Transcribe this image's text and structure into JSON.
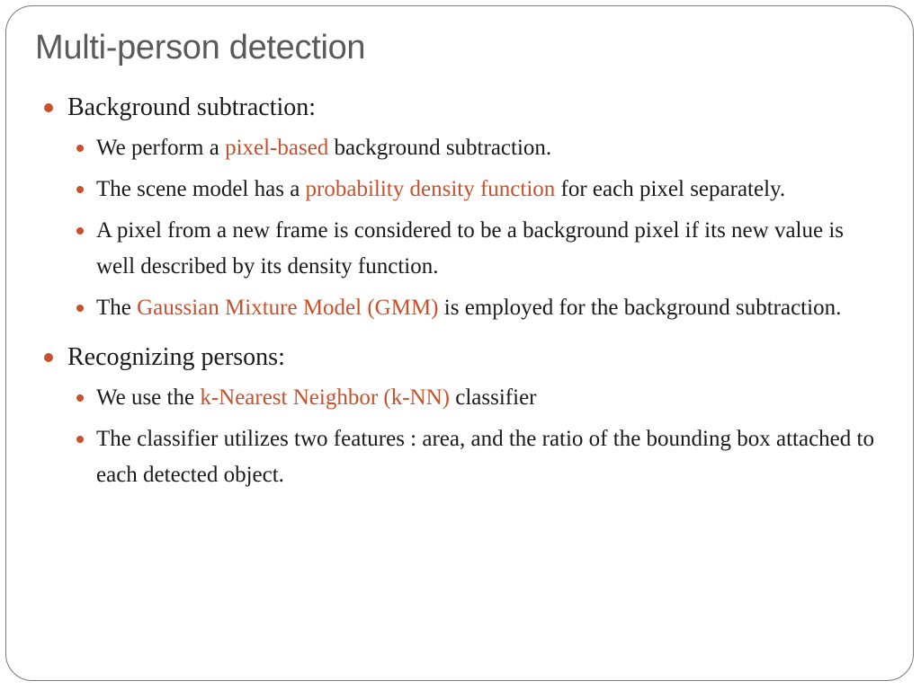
{
  "slide": {
    "title": "Multi-person detection",
    "accent_color": "#c8502a",
    "sections": [
      {
        "heading": "Background subtraction:",
        "items": [
          {
            "pre": "We perform a ",
            "hl": "pixel-based",
            "post": " background subtraction."
          },
          {
            "pre": "The scene model has a ",
            "hl": "probability density function",
            "post": " for each pixel separately."
          },
          {
            "pre": "A pixel from a new frame is considered to be a background pixel if its new value is well described by its density function.",
            "hl": "",
            "post": ""
          },
          {
            "pre": "The ",
            "hl": "Gaussian Mixture Model (GMM)",
            "post": " is employed for the background subtraction."
          }
        ]
      },
      {
        "heading": "Recognizing persons:",
        "items": [
          {
            "pre": "We use the ",
            "hl": "k-Nearest Neighbor (k-NN)",
            "post": " classifier"
          },
          {
            "pre": "The classifier utilizes two features : area, and the ratio of the bounding box attached to each detected object.",
            "hl": "",
            "post": ""
          }
        ]
      }
    ]
  }
}
